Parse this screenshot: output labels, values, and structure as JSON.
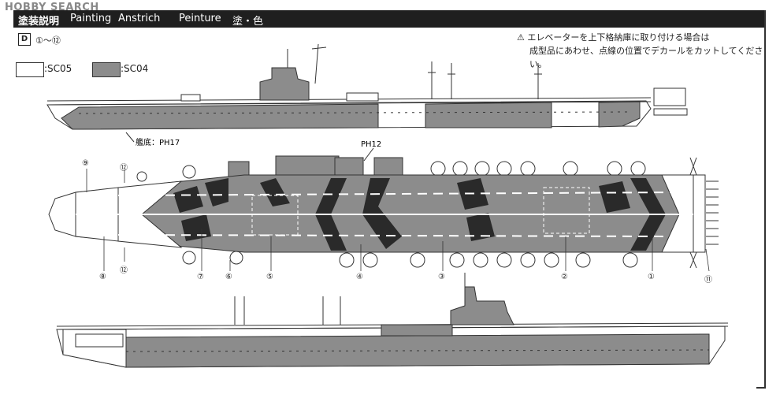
{
  "header": {
    "logo": "HOBBY SEARCH",
    "jp": "塗装説明",
    "en": "Painting",
    "de": "Anstrich",
    "fr": "Peinture",
    "jp2": "塗・色"
  },
  "step": {
    "letter": "D",
    "range": "①～⑫"
  },
  "note": {
    "line1": "エレベーターを上下格納庫に取り付ける場合は",
    "line2": "成型品にあわせ、点線の位置でデカールをカットしてください。"
  },
  "legend": [
    {
      "code": ":SC05",
      "color": "#ffffff"
    },
    {
      "code": ":SC04",
      "color": "#8c8c8c"
    }
  ],
  "part_refs": {
    "hull_bottom": "艦底：PH17",
    "deck_part": "PH12"
  },
  "callouts": {
    "c1": "①",
    "c2": "②",
    "c3": "③",
    "c4": "④",
    "c5": "⑤",
    "c6": "⑥",
    "c7": "⑦",
    "c8": "⑧",
    "c9": "⑨",
    "c11": "⑪",
    "c12a": "⑫",
    "c12b": "⑫"
  }
}
